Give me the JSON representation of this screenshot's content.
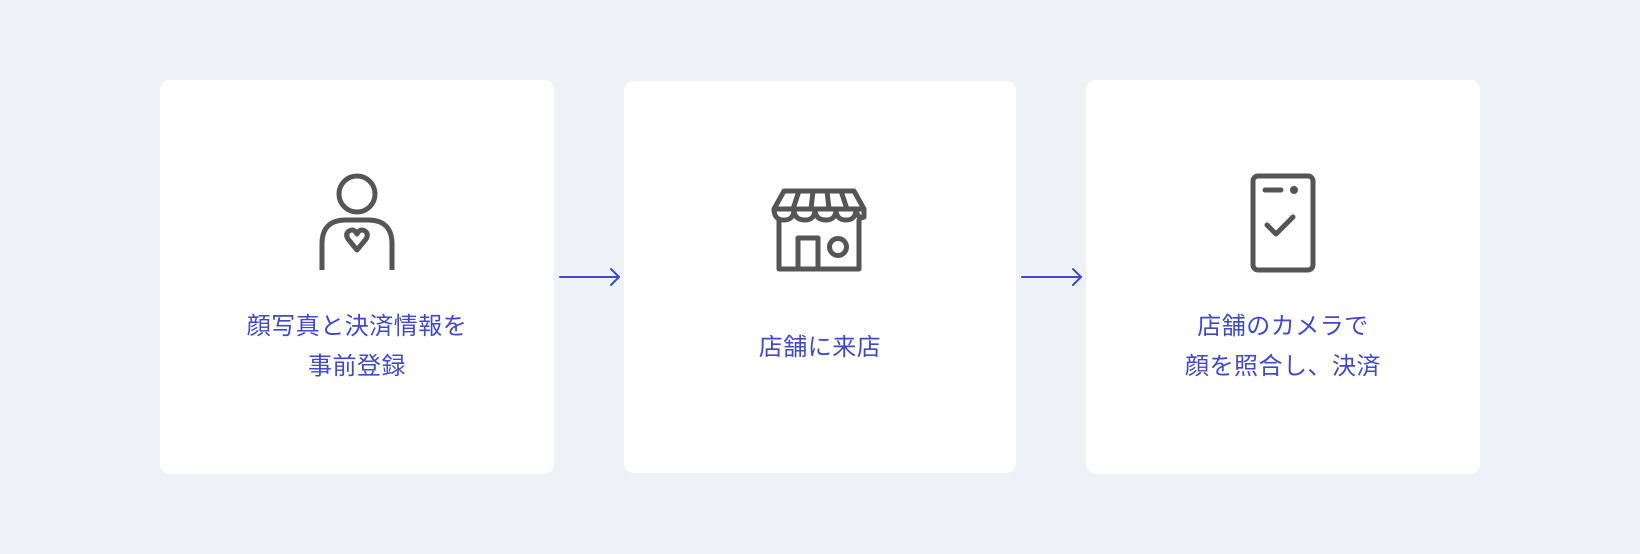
{
  "steps": [
    {
      "icon": "person-heart-icon",
      "label_lines": [
        "顔写真と決済情報を",
        "事前登録"
      ]
    },
    {
      "icon": "store-icon",
      "label_lines": [
        "店舗に来店"
      ]
    },
    {
      "icon": "phone-check-icon",
      "label_lines": [
        "店舗のカメラで",
        "顔を照合し、決済"
      ]
    }
  ],
  "colors": {
    "background": "#eef2f7",
    "card": "#ffffff",
    "accent": "#4049c8",
    "icon_stroke": "#555555"
  }
}
